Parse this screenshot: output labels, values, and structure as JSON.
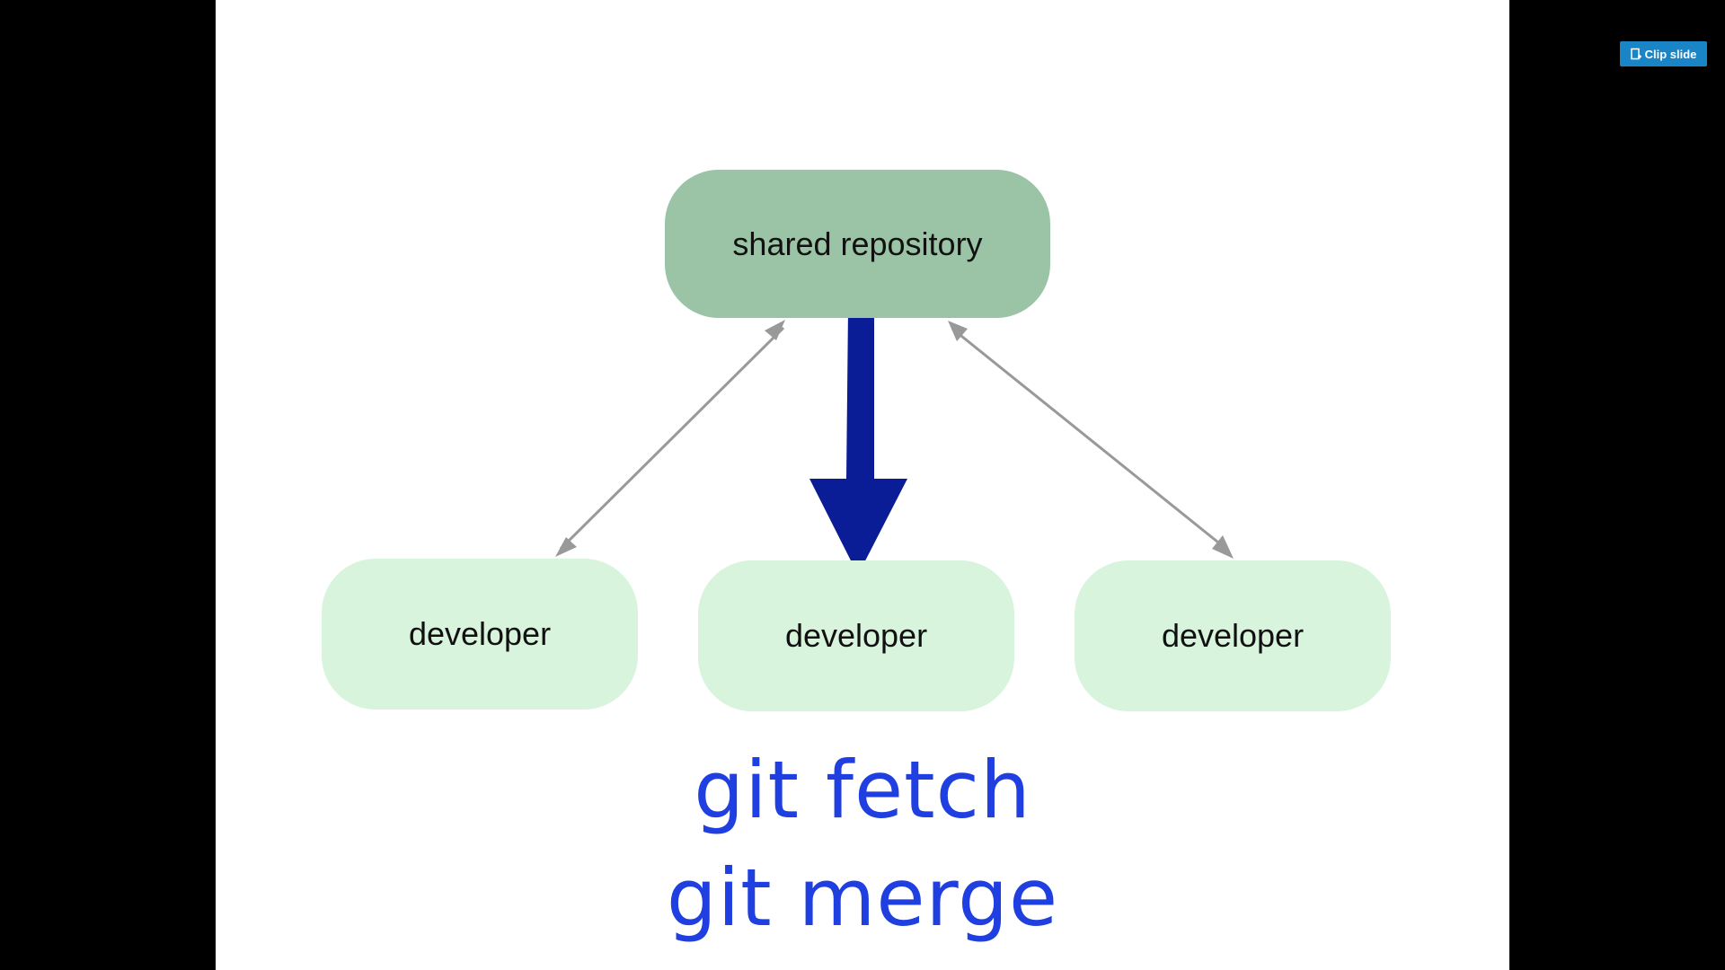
{
  "toolbar": {
    "clip_slide_label": "Clip slide",
    "clip_icon": "clipboard-plus-icon",
    "button_color": "#1a85c6"
  },
  "slide": {
    "background": "#ffffff",
    "nodes": {
      "shared": "shared repository",
      "developers": [
        "developer",
        "developer",
        "developer"
      ]
    },
    "commands": [
      "git fetch",
      "git merge"
    ],
    "colors": {
      "shared_node": "#9ac4a5",
      "developer_node": "#d9f4dc",
      "fetch_arrow": "#0a1d96",
      "sync_arrows": "#999999",
      "command_text": "#1f3fe0"
    }
  }
}
